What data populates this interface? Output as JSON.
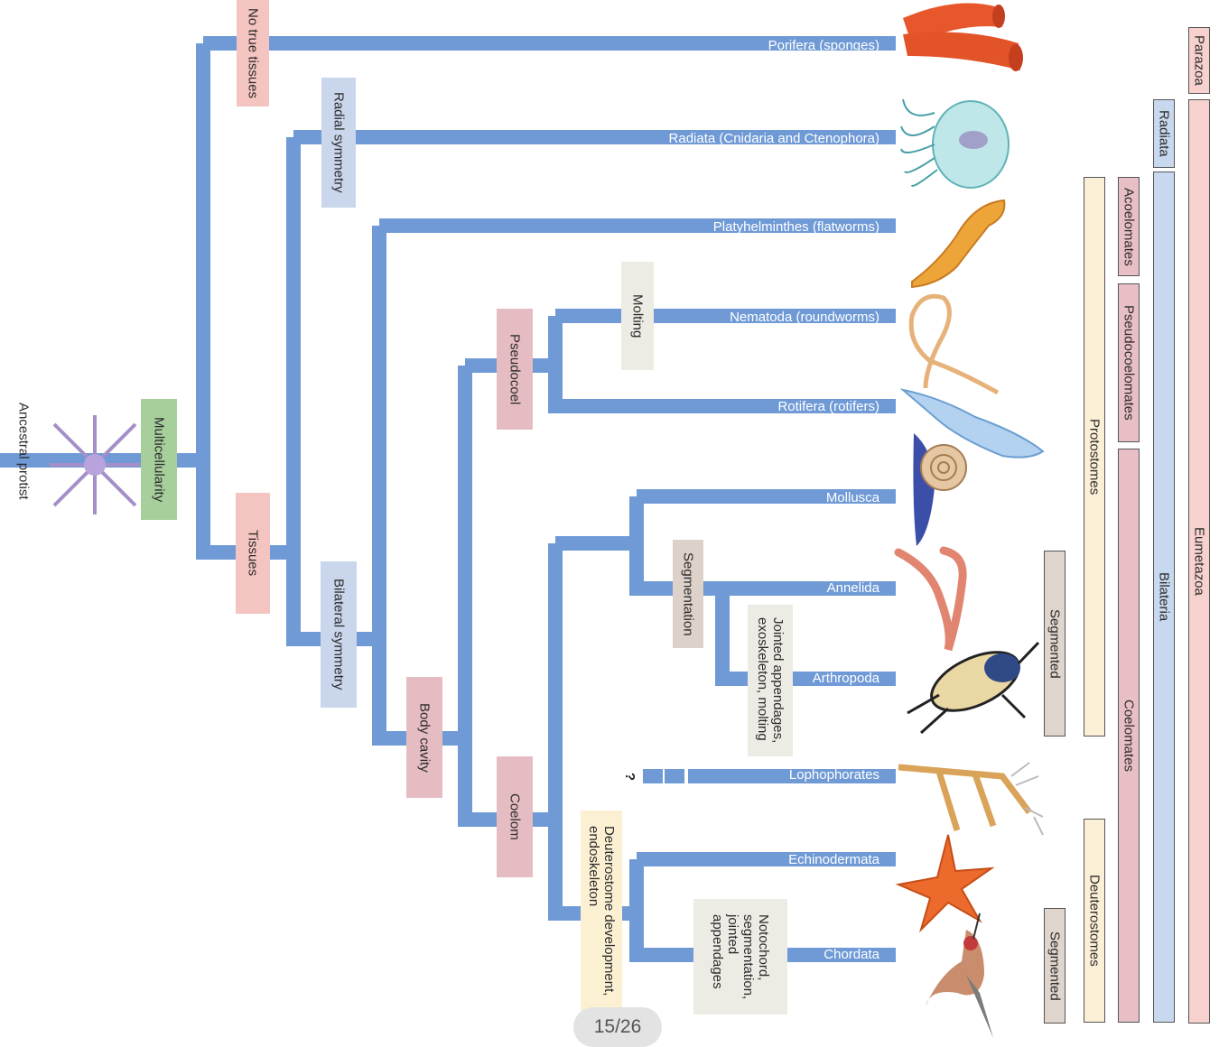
{
  "root_label": "Ancestral protist",
  "traits": {
    "multicellularity": "Multicellularity",
    "no_true_tissues": "No true tissues",
    "tissues": "Tissues",
    "radial_symmetry": "Radial symmetry",
    "bilateral_symmetry": "Bilateral symmetry",
    "body_cavity": "Body cavity",
    "pseudocoel": "Pseudocoel",
    "coelom": "Coelom",
    "molting": "Molting",
    "segmentation": "Segmentation",
    "jointed": "Jointed appendages,\nexoskeleton, molting",
    "deuterostome": "Deuterostome development,\nendoskeleton",
    "notochord": "Notochord,\nsegmentation,\njointed\nappendages"
  },
  "taxa": {
    "porifera": "Porifera (sponges)",
    "radiata": "Radiata (Cnidaria and Ctenophora)",
    "platyhelminthes": "Platyhelminthes (flatworms)",
    "nematoda": "Nematoda (roundworms)",
    "rotifera": "Rotifera (rotifers)",
    "mollusca": "Mollusca",
    "annelida": "Annelida",
    "arthropoda": "Arthropoda",
    "lophophorates": "Lophophorates",
    "echinodermata": "Echinodermata",
    "chordata": "Chordata"
  },
  "question_mark": "?",
  "groups": {
    "segmented_top": "Segmented",
    "segmented_bottom": "Segmented",
    "protostomes": "Protostomes",
    "deuterostomes": "Deuterostomes",
    "acoelomates": "Acoelomates",
    "pseudocoelomates": "Pseudocoelomates",
    "coelomates": "Coelomates",
    "radiata": "Radiata",
    "bilateria": "Bilateria",
    "parazoa": "Parazoa",
    "eumetazoa": "Eumetazoa"
  },
  "pagination": "15/26",
  "colors": {
    "branch": "#6f9ad6",
    "trait_green": "#a6cf9b",
    "trait_pink": "#f4c5c0",
    "trait_blue": "#c9d6eb",
    "trait_mauve": "#e6bcc3",
    "trait_gray": "#ecebe4",
    "trait_tan": "#ddd2c9",
    "trait_yellow": "#fbf0d2",
    "group_yellow": "#fbefd5",
    "group_pink": "#e9bfc6",
    "group_blue": "#c8d8ee",
    "group_pink_light": "#f6d1cd",
    "group_tan": "#e0d5cd"
  }
}
